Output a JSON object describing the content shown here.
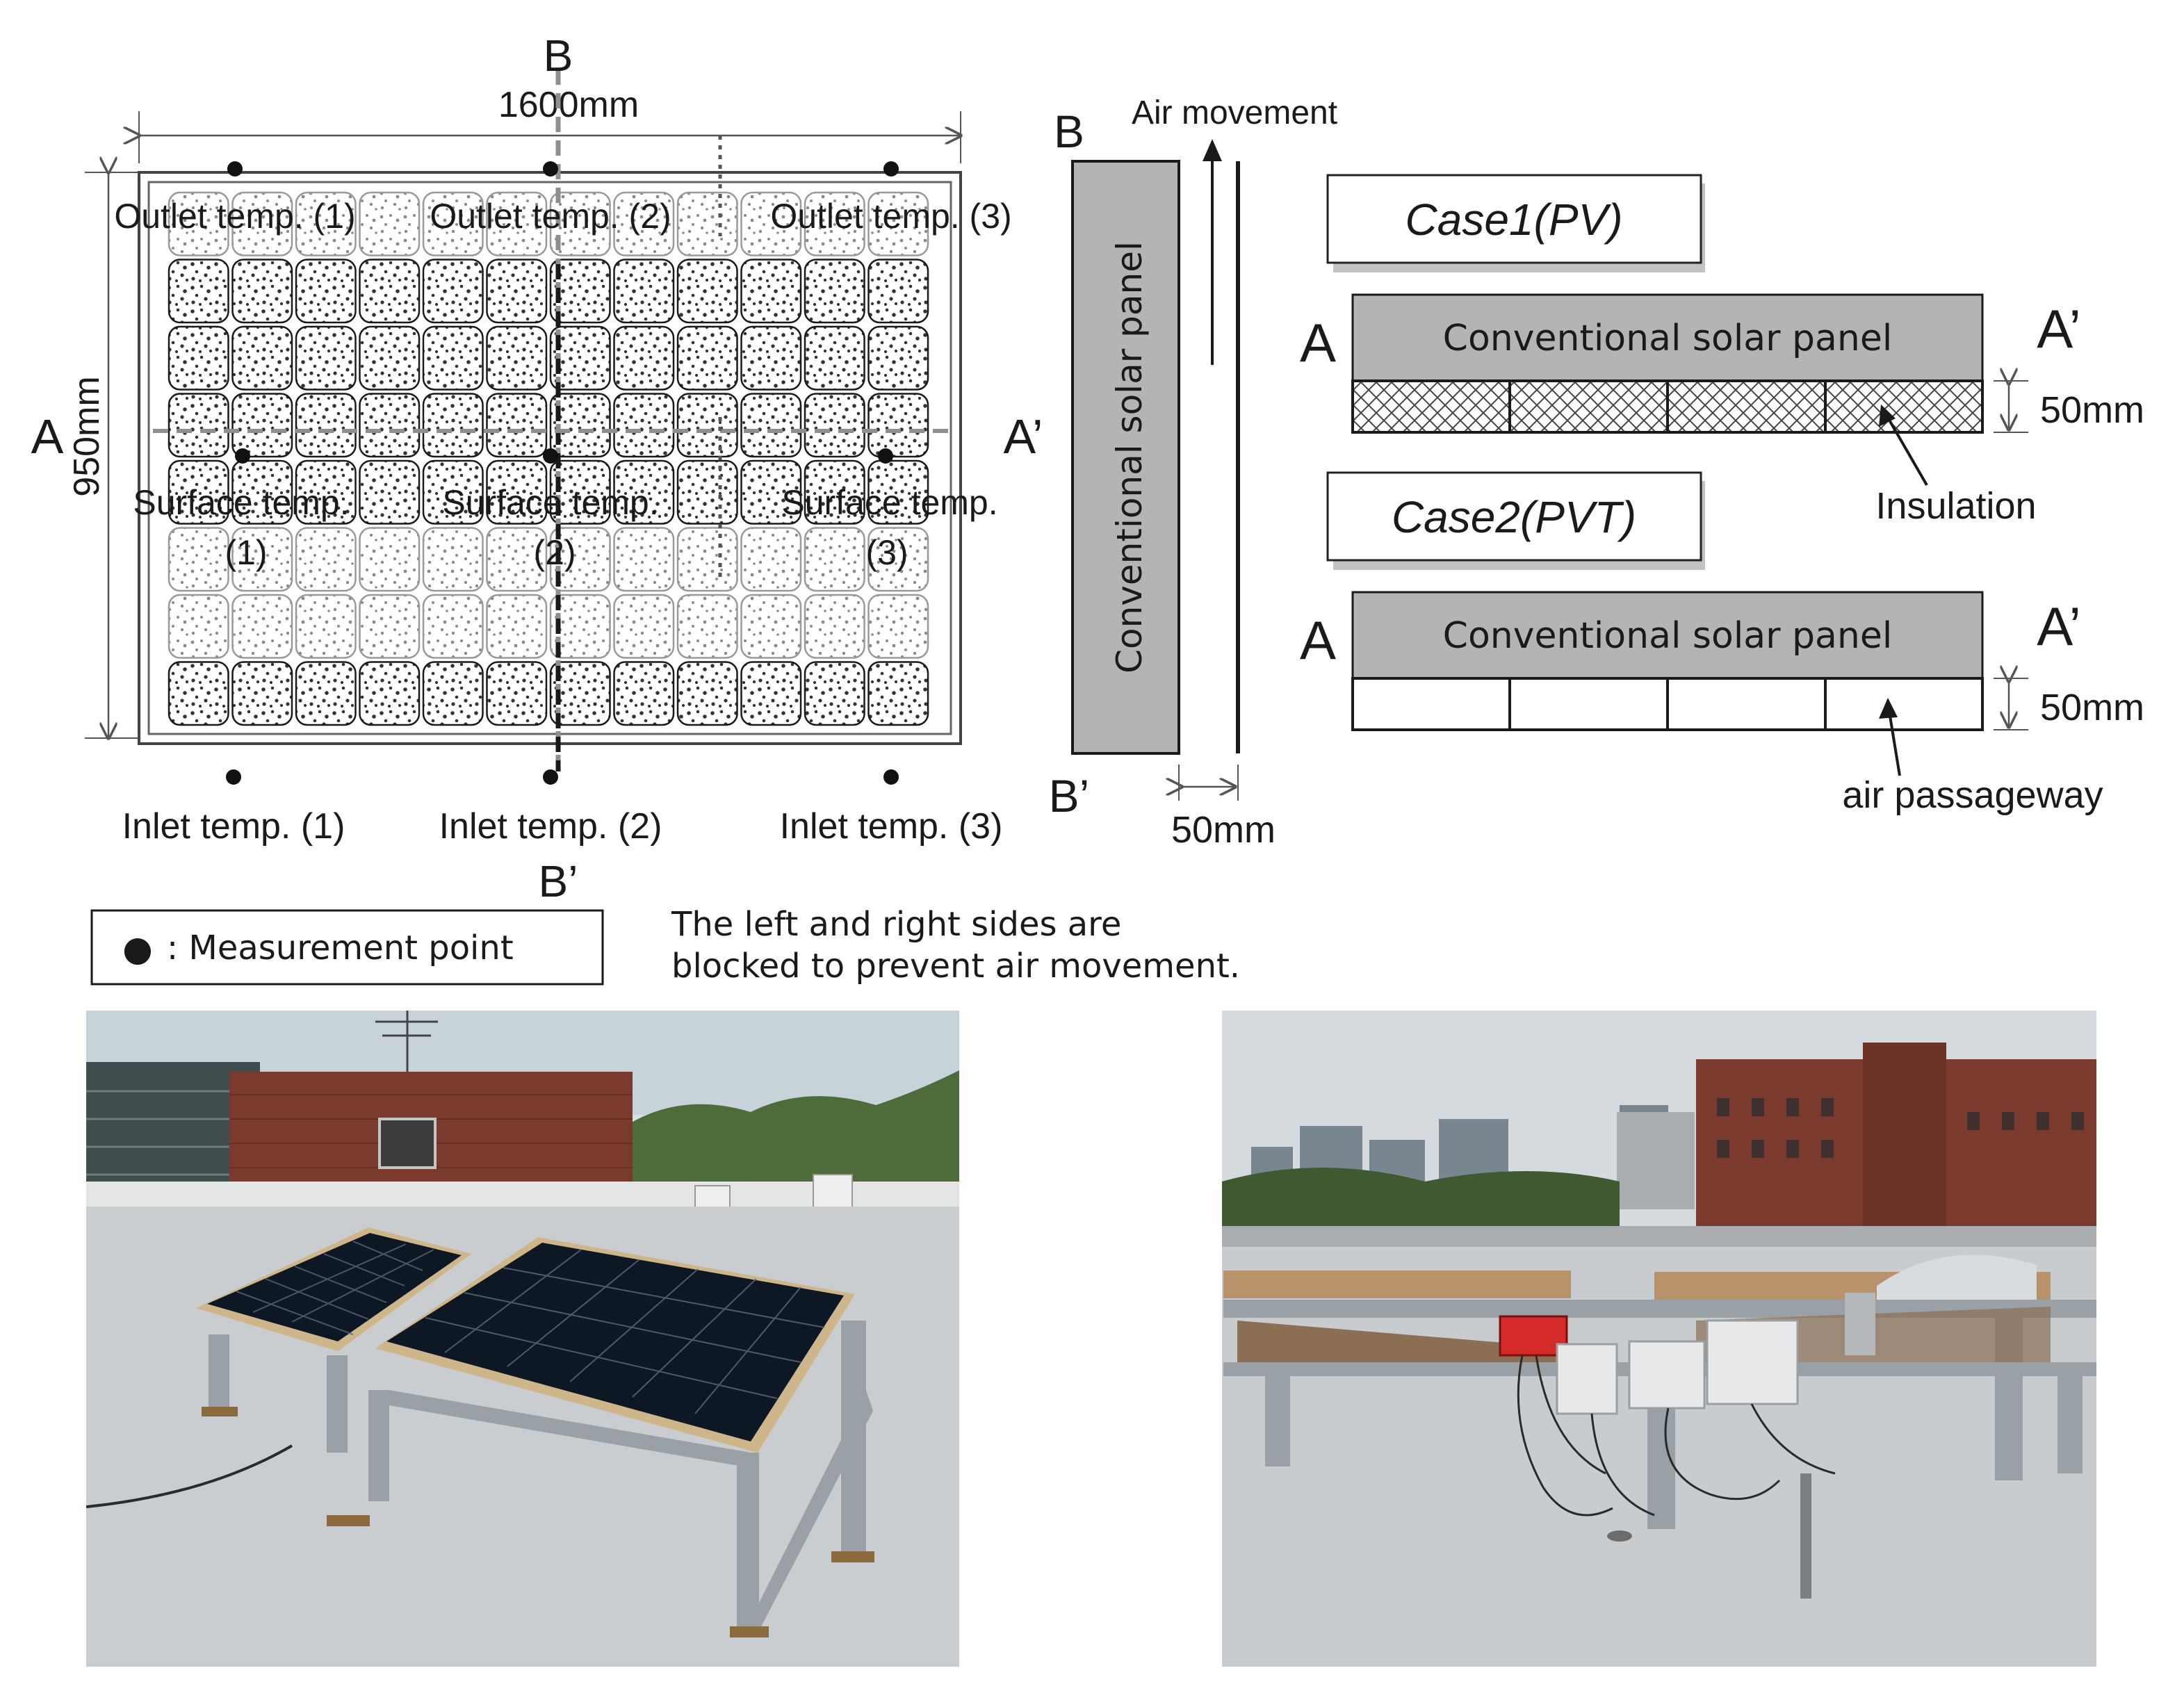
{
  "panel_plan": {
    "section_b_top": "B",
    "section_b_bottom": "B’",
    "section_a_left": "A",
    "section_a_right": "A’",
    "width_dim": "1600mm",
    "height_dim": "950mm",
    "outlet_labels": [
      "Outlet temp. (1)",
      "Outlet temp. (2)",
      "Outlet temp. (3)"
    ],
    "surface_labels": [
      "Surface temp.",
      "Surface temp.",
      "Surface temp."
    ],
    "surface_nums": [
      "(1)",
      "(2)",
      "(3)"
    ],
    "inlet_labels": [
      "Inlet temp. (1)",
      "Inlet temp. (2)",
      "Inlet temp. (3)"
    ]
  },
  "side_section": {
    "b_top": "B",
    "b_bottom": "B’",
    "air_movement": "Air movement",
    "panel_label": "Conventional solar panel",
    "gap_dim": "50mm"
  },
  "cases": {
    "case1": {
      "title": "Case1(PV)",
      "panel_label": "Conventional solar panel",
      "a_left": "A",
      "a_right": "A’",
      "dim": "50mm",
      "layer_label": "Insulation"
    },
    "case2": {
      "title": "Case2(PVT)",
      "panel_label": "Conventional solar panel",
      "a_left": "A",
      "a_right": "A’",
      "dim": "50mm",
      "layer_label": "air passageway"
    }
  },
  "legend": {
    "symbol": "●",
    "text": ": Measurement point",
    "note_line1": "The left and right sides are",
    "note_line2": "blocked to prevent air movement."
  },
  "colors": {
    "panel_gray": "#b4b4b4",
    "stroke": "#1a1a1a",
    "dashed_gray": "#8f8f8f",
    "solar_cell": "#0e1724",
    "sky": "#cfd9dd",
    "roof": "#c9cdcf",
    "brick": "#7a3b2e",
    "steel": "#9aa1a6"
  }
}
